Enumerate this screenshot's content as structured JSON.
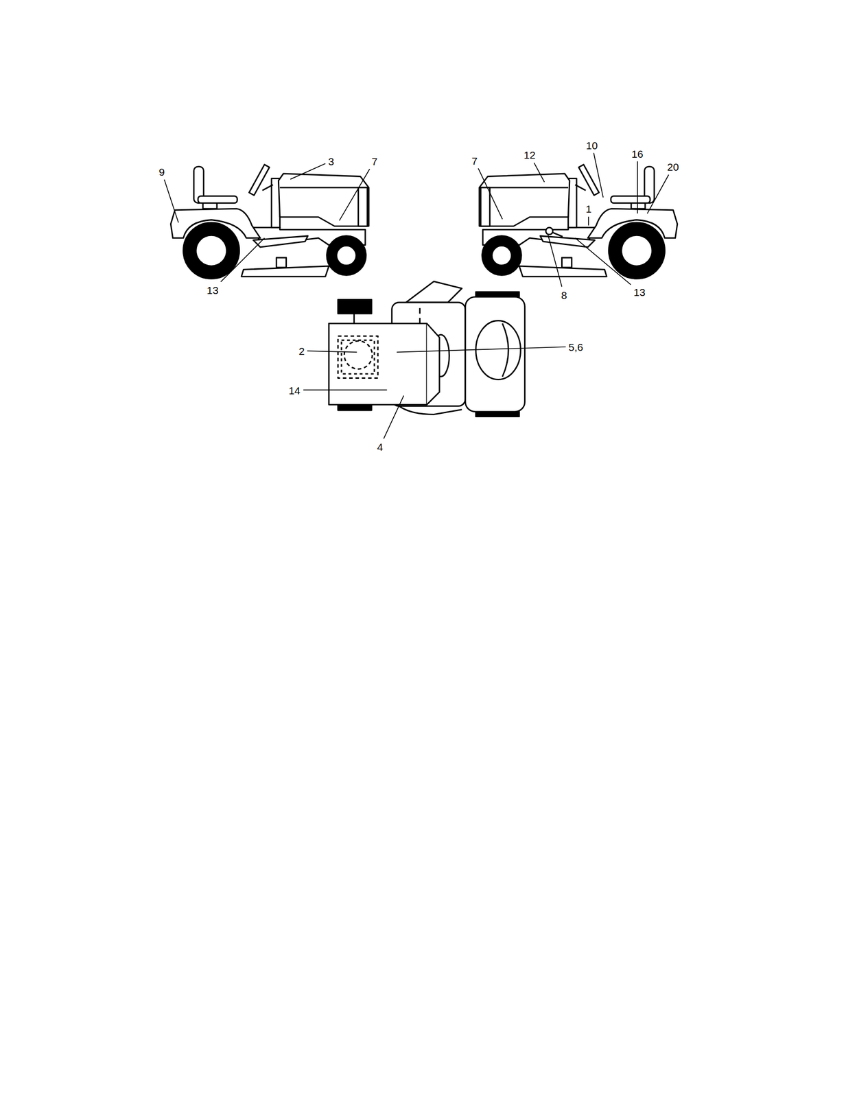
{
  "diagram": {
    "labels": [
      "10",
      "16",
      "12",
      "7",
      "7",
      "3",
      "20",
      "9",
      "1",
      "13",
      "8",
      "13",
      "5,6",
      "2",
      "14",
      "4"
    ]
  }
}
